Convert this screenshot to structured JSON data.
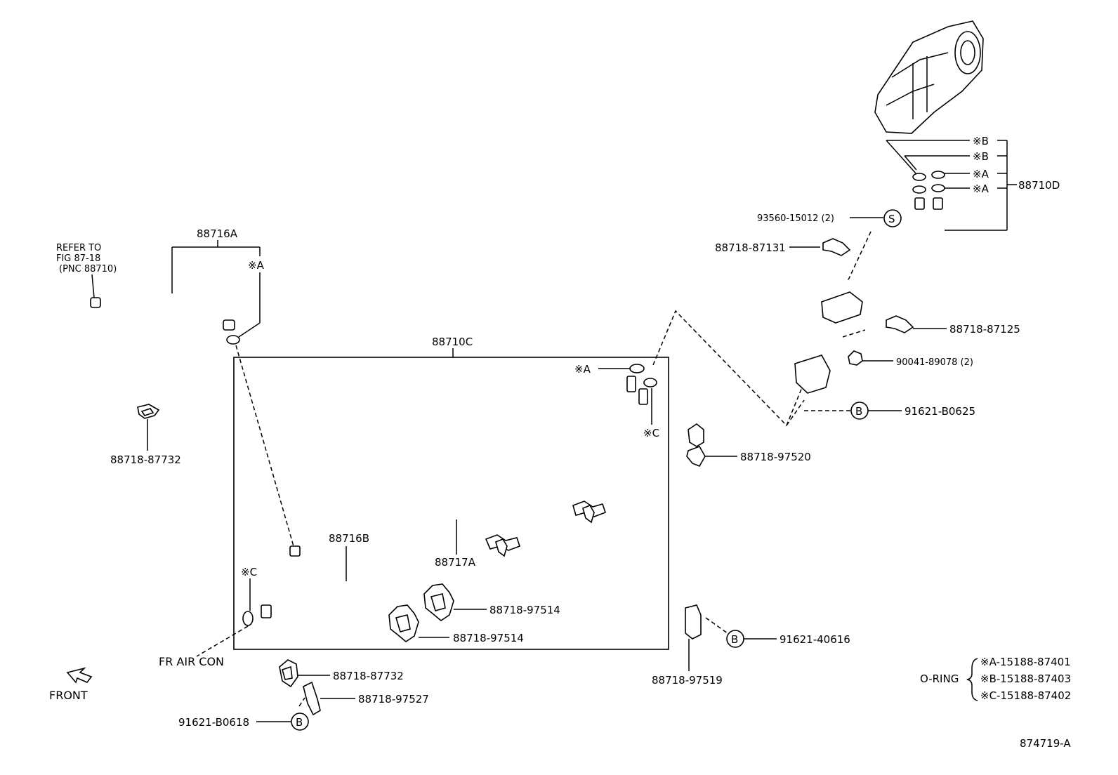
{
  "refer_note": [
    "REFER TO",
    "FIG 87-18",
    "(PNC 88710)"
  ],
  "labels": {
    "p88716A": "88716A",
    "markA_top": "※A",
    "p88710C": "88710C",
    "markA_box": "※A",
    "markC_box": "※C",
    "p88716B": "88716B",
    "p88717A": "88717A",
    "markC_left": "※C",
    "fr_air_con": "FR AIR CON",
    "front": "FRONT",
    "p88718_87732_top": "88718-87732",
    "p88718_97514_a": "88718-97514",
    "p88718_97514_b": "88718-97514",
    "p88718_87732_bot": "88718-87732",
    "p88718_97527": "88718-97527",
    "p91621_B0618": "91621-B0618",
    "p88718_97520": "88718-97520",
    "p88718_97519": "88718-97519",
    "p91621_40616": "91621-40616",
    "p93560_15012": "93560-15012 (2)",
    "p88718_87131": "88718-87131",
    "p88718_87125": "88718-87125",
    "p90041_89078": "90041-89078 (2)",
    "p91621_B0625": "91621-B0625",
    "p88710D": "88710D",
    "markB1": "※B",
    "markB2": "※B",
    "markA1": "※A",
    "markA2": "※A",
    "o_ring": "O-RING",
    "o_ring_a": "※A-15188-87401",
    "o_ring_b": "※B-15188-87403",
    "o_ring_c": "※C-15188-87402",
    "circle_S": "S",
    "circle_B1": "B",
    "circle_B2": "B",
    "circle_B3": "B",
    "fig_code": "874719-A"
  }
}
